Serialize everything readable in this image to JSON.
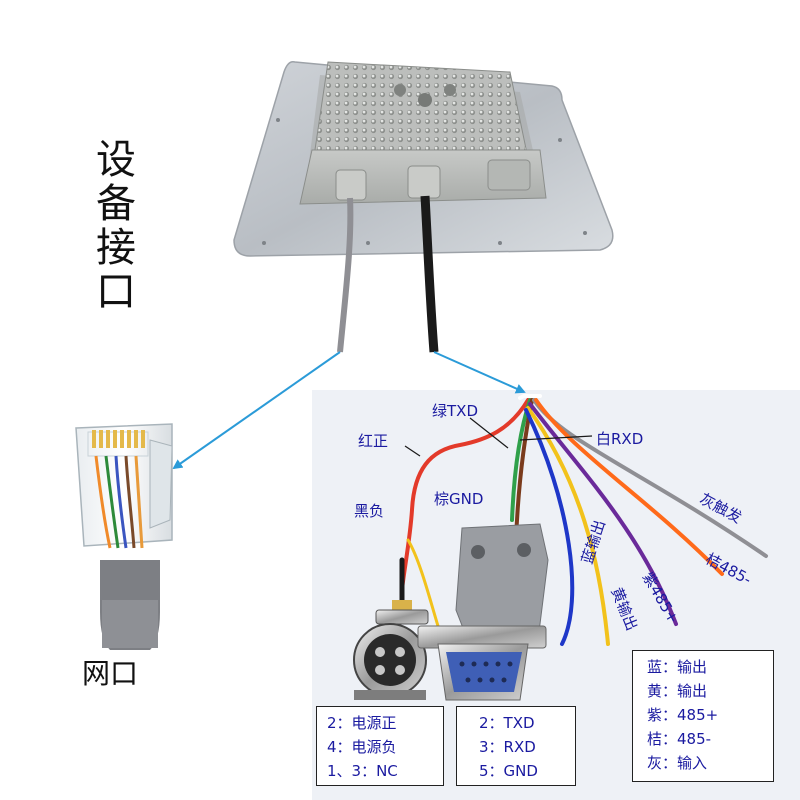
{
  "title": [
    "设",
    "备",
    "接",
    "口"
  ],
  "network_label": "网口",
  "wire_labels": {
    "green": "绿TXD",
    "red": "红正",
    "white": "白RXD",
    "brown": "棕GND",
    "black": "黑负",
    "gray": "灰触发",
    "orange": "桔485-",
    "purple": "紫485+",
    "yellow": "黄输出",
    "blue": "蓝输出"
  },
  "power_box": [
    "2：电源正",
    "4：电源负",
    "1、3：NC"
  ],
  "serial_box": [
    "2：TXD",
    "3：RXD",
    "5：GND"
  ],
  "legend_box": [
    "蓝：输出",
    "黄：输出",
    "紫：485+",
    "桔：485-",
    "灰：输入"
  ],
  "colors": {
    "arrow": "#2b9bd8",
    "label": "#1a1aa0",
    "wire_red": "#e33a2a",
    "wire_green": "#2fa04a",
    "wire_brown": "#7a3b1c",
    "wire_gray": "#8f8f94",
    "wire_orange": "#ff6a1a",
    "wire_purple": "#6a2a9a",
    "wire_yellow": "#f2c21b",
    "wire_blue": "#1e37c8"
  }
}
